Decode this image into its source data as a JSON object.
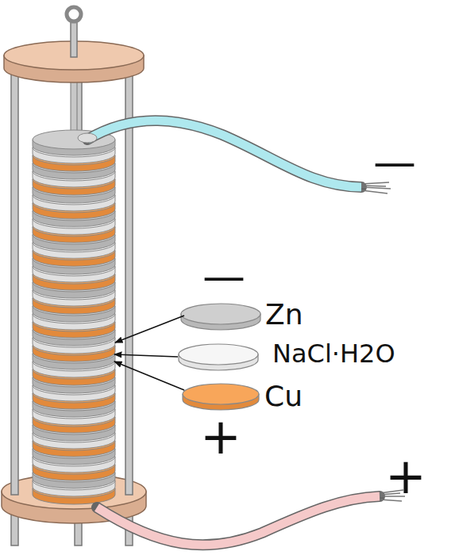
{
  "diagram": {
    "labels": [
      "—",
      "—",
      "Zn",
      "NaCl·H2O",
      "Cu",
      "+",
      "+"
    ]
  }
}
